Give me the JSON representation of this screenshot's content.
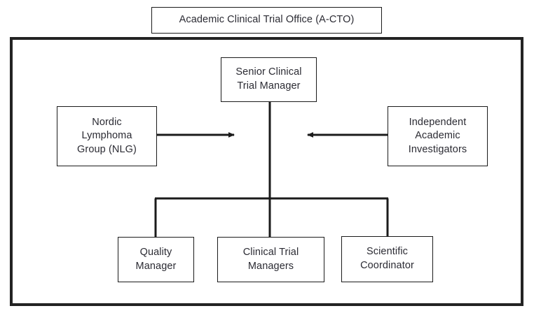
{
  "diagram": {
    "title_box": {
      "label": "Academic Clinical Trial Office (A-CTO)"
    },
    "nodes": {
      "senior_manager": {
        "label": "Senior Clinical\nTrial Manager"
      },
      "nordic_lymphoma_group": {
        "label": "Nordic\nLymphoma\nGroup (NLG)"
      },
      "independent_investigators": {
        "label": "Independent\nAcademic\nInvestigators"
      },
      "quality_manager": {
        "label": "Quality\nManager"
      },
      "clinical_trial_managers": {
        "label": "Clinical Trial\nManagers"
      },
      "scientific_coordinator": {
        "label": "Scientific\nCoordinator"
      }
    },
    "colors": {
      "line": "#1b1b1b",
      "frame": "#232323",
      "text": "#2b2b33",
      "background": "#ffffff"
    },
    "connectors": [
      {
        "name": "nlg-to-senior-arrow",
        "from": "nordic_lymphoma_group",
        "to": "senior_manager",
        "arrow": "right"
      },
      {
        "name": "investigators-to-senior-arrow",
        "from": "independent_investigators",
        "to": "senior_manager",
        "arrow": "left"
      },
      {
        "name": "senior-to-bus",
        "from": "senior_manager",
        "to": "bus",
        "arrow": "none"
      },
      {
        "name": "bus-to-quality-manager",
        "from": "bus",
        "to": "quality_manager",
        "arrow": "none"
      },
      {
        "name": "bus-to-clinical-trial-managers",
        "from": "bus",
        "to": "clinical_trial_managers",
        "arrow": "none"
      },
      {
        "name": "bus-to-scientific-coordinator",
        "from": "bus",
        "to": "scientific_coordinator",
        "arrow": "none"
      }
    ]
  }
}
